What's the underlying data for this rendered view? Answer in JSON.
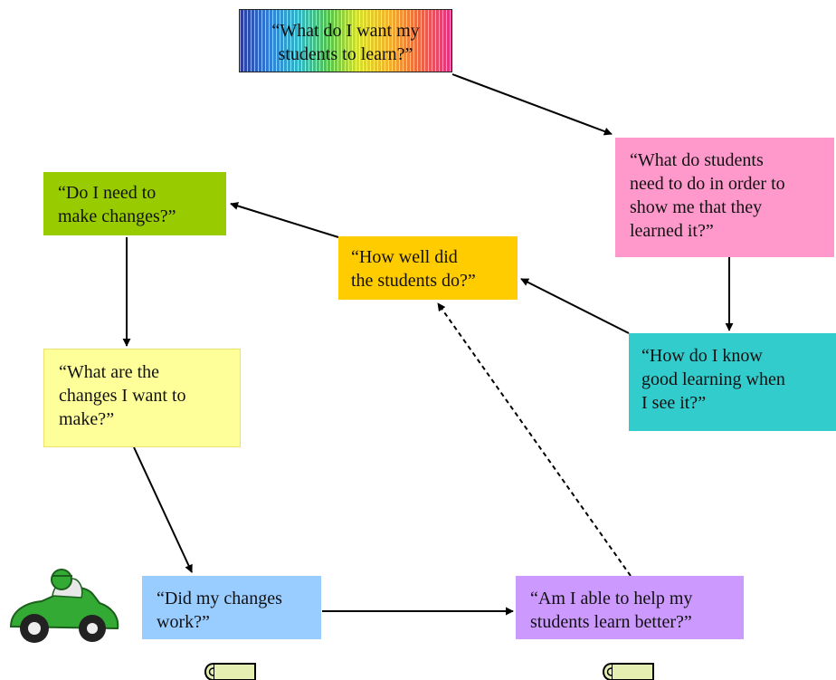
{
  "boxes": {
    "learn": [
      "“What do I want my",
      "students to learn?”"
    ],
    "show": [
      "“What do students",
      "need to do in order to",
      "show me that they",
      "learned it?”"
    ],
    "know": [
      "“How do I know",
      "good learning when",
      "I see it?”"
    ],
    "well": [
      "“How well did",
      "the students do?”"
    ],
    "need": [
      "“Do I need to",
      "make changes?”"
    ],
    "changes": [
      "“What are the",
      "changes I want to",
      "make?”"
    ],
    "work": [
      "“Did my changes",
      "work?”"
    ],
    "help": [
      "“Am I able to help my",
      "students learn better?”"
    ]
  },
  "colors": {
    "learn": "rainbow",
    "show": "#ff99cc",
    "know": "#33cccc",
    "well": "#ffcc00",
    "need": "#99cc00",
    "changes": "#ffff99",
    "work": "#99ccff",
    "help": "#cc99ff",
    "car": "#33aa33",
    "scroll": "#e6efb2"
  },
  "icons": [
    "race-car-icon",
    "scroll-icon",
    "scroll-icon"
  ]
}
